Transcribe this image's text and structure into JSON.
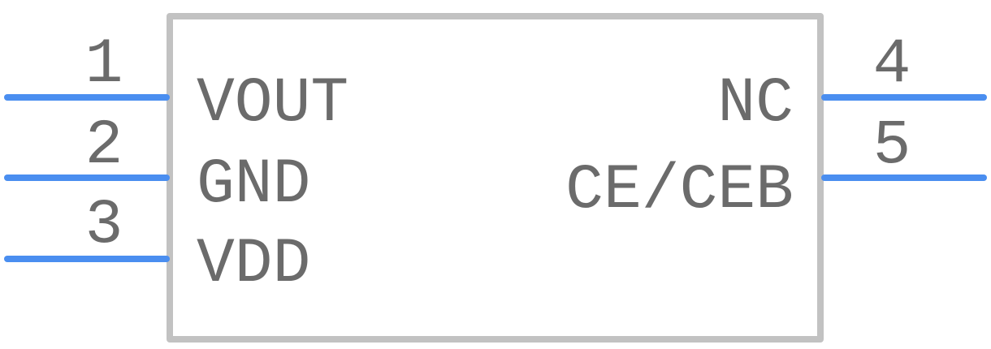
{
  "component": {
    "pins": [
      {
        "number": "1",
        "name": "VOUT",
        "side": "left"
      },
      {
        "number": "2",
        "name": "GND",
        "side": "left"
      },
      {
        "number": "3",
        "name": "VDD",
        "side": "left"
      },
      {
        "number": "4",
        "name": "NC",
        "side": "right"
      },
      {
        "number": "5",
        "name": "CE/CEB",
        "side": "right"
      }
    ]
  },
  "colors": {
    "pin": "#4a8ef0",
    "body_outline": "#c2c2c2",
    "text": "#6b6b6b"
  }
}
